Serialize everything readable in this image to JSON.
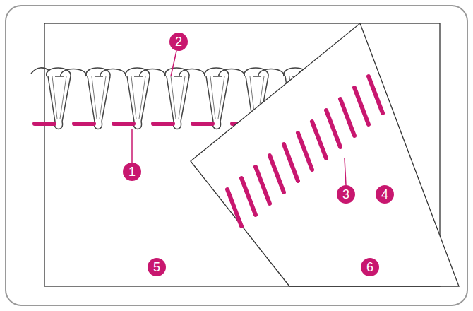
{
  "diagram": {
    "labels": [
      "2",
      "1",
      "3",
      "4",
      "5",
      "6"
    ]
  }
}
